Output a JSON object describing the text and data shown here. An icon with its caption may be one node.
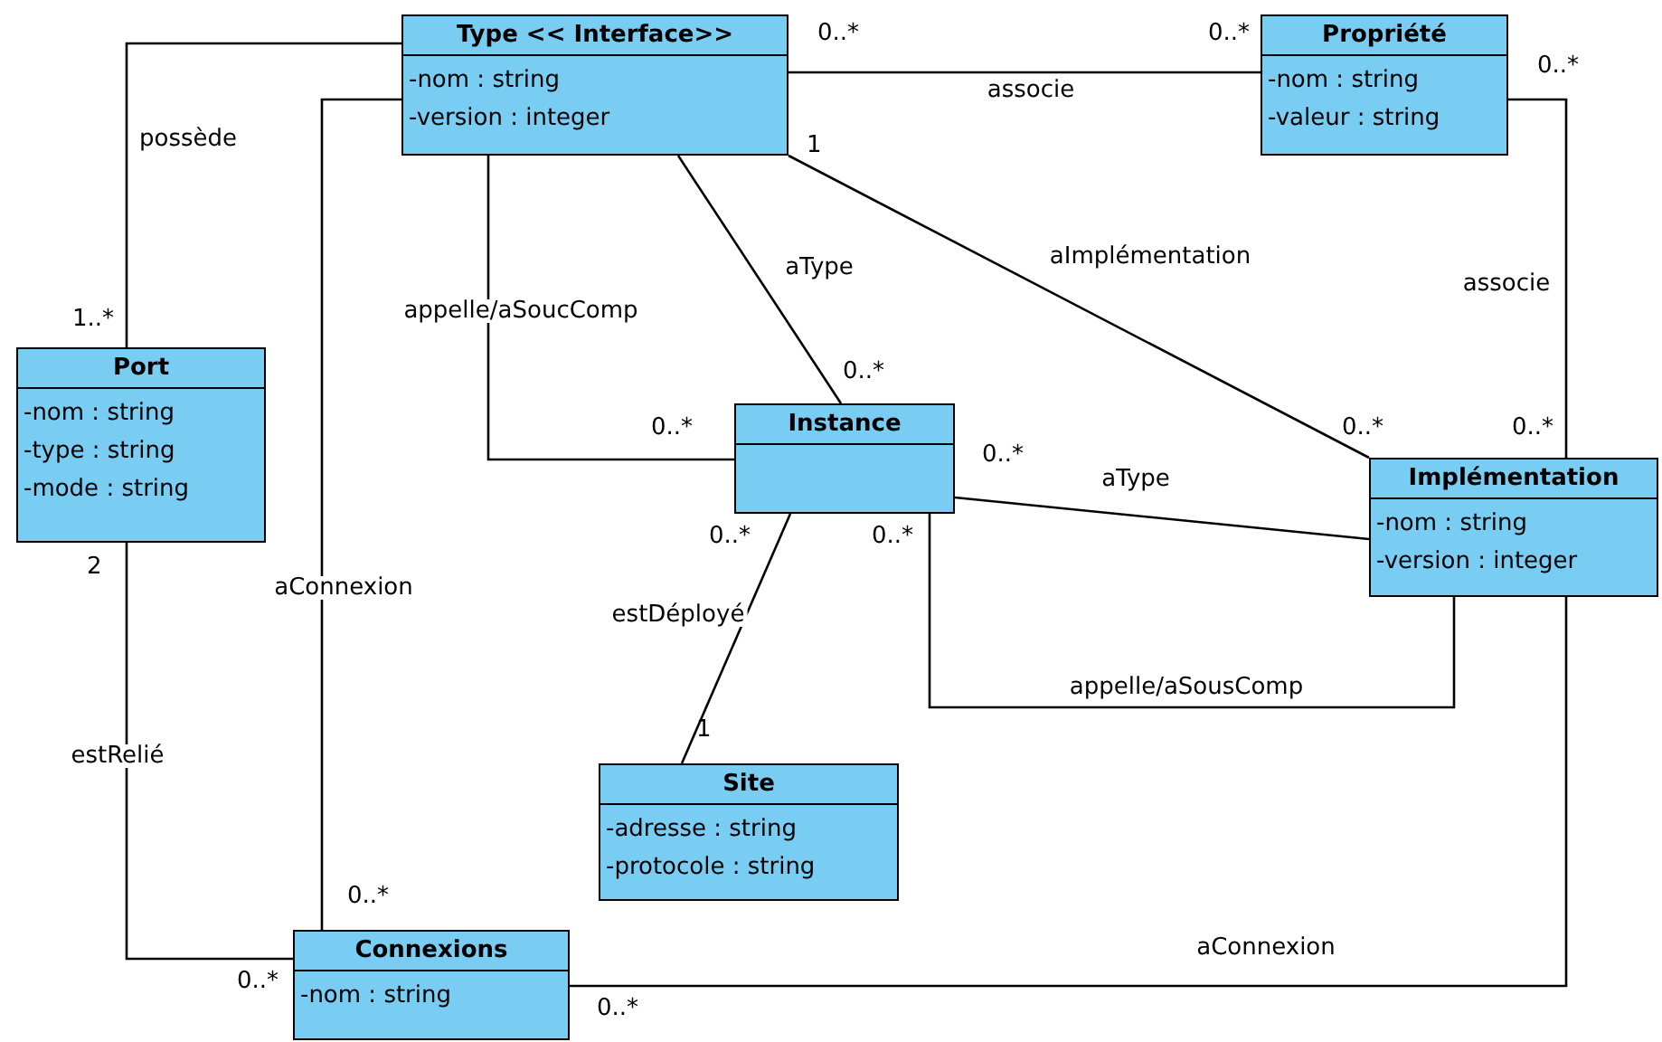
{
  "diagram": {
    "nodes": [
      {
        "text": [
          "Type << Interface>>",
          "-nom : string",
          "-version : integer"
        ]
      },
      {
        "text": [
          "Propriété",
          "-nom : string",
          "-valeur : string"
        ]
      },
      {
        "text": [
          "Port",
          "-nom : string",
          "-type : string",
          "-mode : string"
        ]
      },
      {
        "text": [
          "Instance"
        ]
      },
      {
        "text": [
          "Implémentation",
          "-nom : string",
          "-version : integer"
        ]
      },
      {
        "text": [
          "Site",
          "-adresse : string",
          "-protocole : string"
        ]
      },
      {
        "text": [
          "Connexions",
          "-nom : string"
        ]
      }
    ],
    "edges": [
      {
        "from": 0,
        "to": 2,
        "arrow": "none",
        "label": "possède"
      },
      {
        "from": 0,
        "to": 1,
        "arrow": "none",
        "label": "associe"
      },
      {
        "from": 0,
        "to": 3,
        "arrow": "none",
        "label": "aType"
      },
      {
        "from": 0,
        "to": 4,
        "arrow": "none",
        "label": "aImplémentation"
      },
      {
        "from": 0,
        "to": 3,
        "arrow": "none",
        "label": "appelle/aSoucComp"
      },
      {
        "from": 0,
        "to": 6,
        "arrow": "none",
        "label": "aConnexion"
      },
      {
        "from": 1,
        "to": 4,
        "arrow": "none",
        "label": "associe"
      },
      {
        "from": 3,
        "to": 4,
        "arrow": "none",
        "label": "aType"
      },
      {
        "from": 3,
        "to": 5,
        "arrow": "none",
        "label": "estDéployé"
      },
      {
        "from": 3,
        "to": 4,
        "arrow": "none",
        "label": "appelle/aSousComp"
      },
      {
        "from": 2,
        "to": 6,
        "arrow": "none",
        "label": "estRelié"
      },
      {
        "from": 4,
        "to": 6,
        "arrow": "none",
        "label": "aConnexion"
      }
    ],
    "labels": [
      "0..*",
      "0..*",
      "0..*",
      "1",
      "1..*",
      "0..*",
      "0..*",
      "0..*",
      "0..*",
      "0..*",
      "0..*",
      "0..*",
      "2",
      "1",
      "0..*",
      "0..*",
      "0..*"
    ]
  }
}
